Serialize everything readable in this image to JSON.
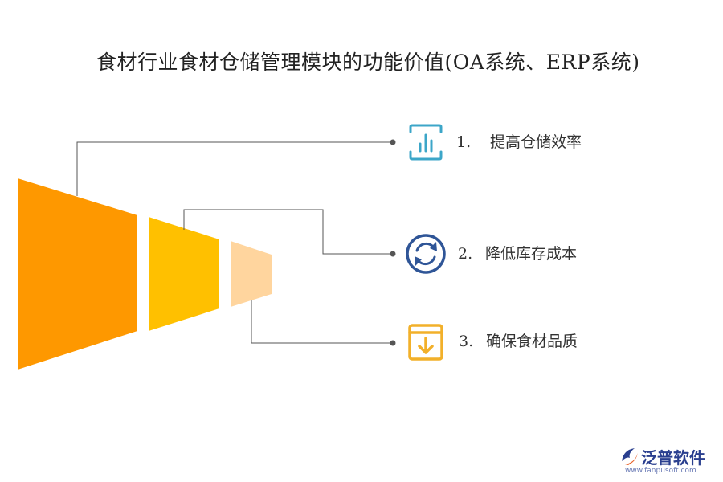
{
  "title": "食材行业食材仓储管理模块的功能价值(OA系统、ERP系统)",
  "colors": {
    "segment_1": "#FE9800",
    "segment_2": "#FFC000",
    "segment_3": "#FFD59E",
    "connector": "#555555",
    "icon_1": "#3CA6C8",
    "icon_2": "#2F5597",
    "icon_3": "#F2B02A",
    "text": "#333333"
  },
  "items": [
    {
      "number": "1.",
      "label": "提高仓储效率",
      "icon": "bar-chart-icon"
    },
    {
      "number": "2.",
      "label": "降低库存成本",
      "icon": "refresh-cycle-icon"
    },
    {
      "number": "3.",
      "label": "确保食材品质",
      "icon": "download-box-icon"
    }
  ],
  "logo": {
    "name": "泛普软件",
    "url": "www.fanpusoft.com",
    "icon": "fanpu-logo-icon"
  }
}
